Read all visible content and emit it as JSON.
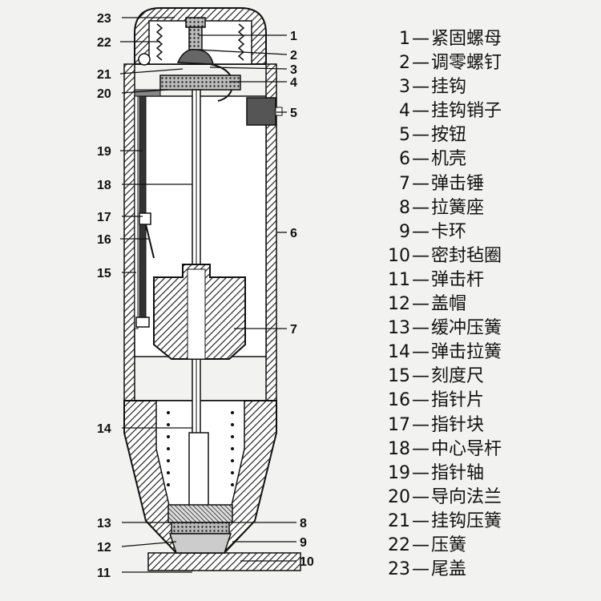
{
  "callouts": [
    "23",
    "22",
    "21",
    "20",
    "19",
    "18",
    "17",
    "16",
    "15",
    "14",
    "13",
    "12",
    "11",
    "1",
    "2",
    "3",
    "4",
    "5",
    "6",
    "7",
    "8",
    "9",
    "10"
  ],
  "legend": [
    {
      "num": "1",
      "dash": "—",
      "label": "紧固螺母"
    },
    {
      "num": "2",
      "dash": "—",
      "label": "调零螺钉"
    },
    {
      "num": "3",
      "dash": "—",
      "label": "挂钩"
    },
    {
      "num": "4",
      "dash": "—",
      "label": "挂钩销子"
    },
    {
      "num": "5",
      "dash": "—",
      "label": "按钮"
    },
    {
      "num": "6",
      "dash": "—",
      "label": "机壳"
    },
    {
      "num": "7",
      "dash": "—",
      "label": "弹击锤"
    },
    {
      "num": "8",
      "dash": "—",
      "label": "拉簧座"
    },
    {
      "num": "9",
      "dash": "—",
      "label": "卡环"
    },
    {
      "num": "10",
      "dash": "—",
      "label": "密封毡圈"
    },
    {
      "num": "11",
      "dash": "—",
      "label": "弹击杆"
    },
    {
      "num": "12",
      "dash": "—",
      "label": "盖帽"
    },
    {
      "num": "13",
      "dash": "—",
      "label": "缓冲压簧"
    },
    {
      "num": "14",
      "dash": "—",
      "label": "弹击拉簧"
    },
    {
      "num": "15",
      "dash": "—",
      "label": "刻度尺"
    },
    {
      "num": "16",
      "dash": "—",
      "label": "指针片"
    },
    {
      "num": "17",
      "dash": "—",
      "label": "指针块"
    },
    {
      "num": "18",
      "dash": "—",
      "label": "中心导杆"
    },
    {
      "num": "19",
      "dash": "—",
      "label": "指针轴"
    },
    {
      "num": "20",
      "dash": "—",
      "label": "导向法兰"
    },
    {
      "num": "21",
      "dash": "—",
      "label": "挂钩压簧"
    },
    {
      "num": "22",
      "dash": "—",
      "label": "压簧"
    },
    {
      "num": "23",
      "dash": "—",
      "label": "尾盖"
    }
  ]
}
